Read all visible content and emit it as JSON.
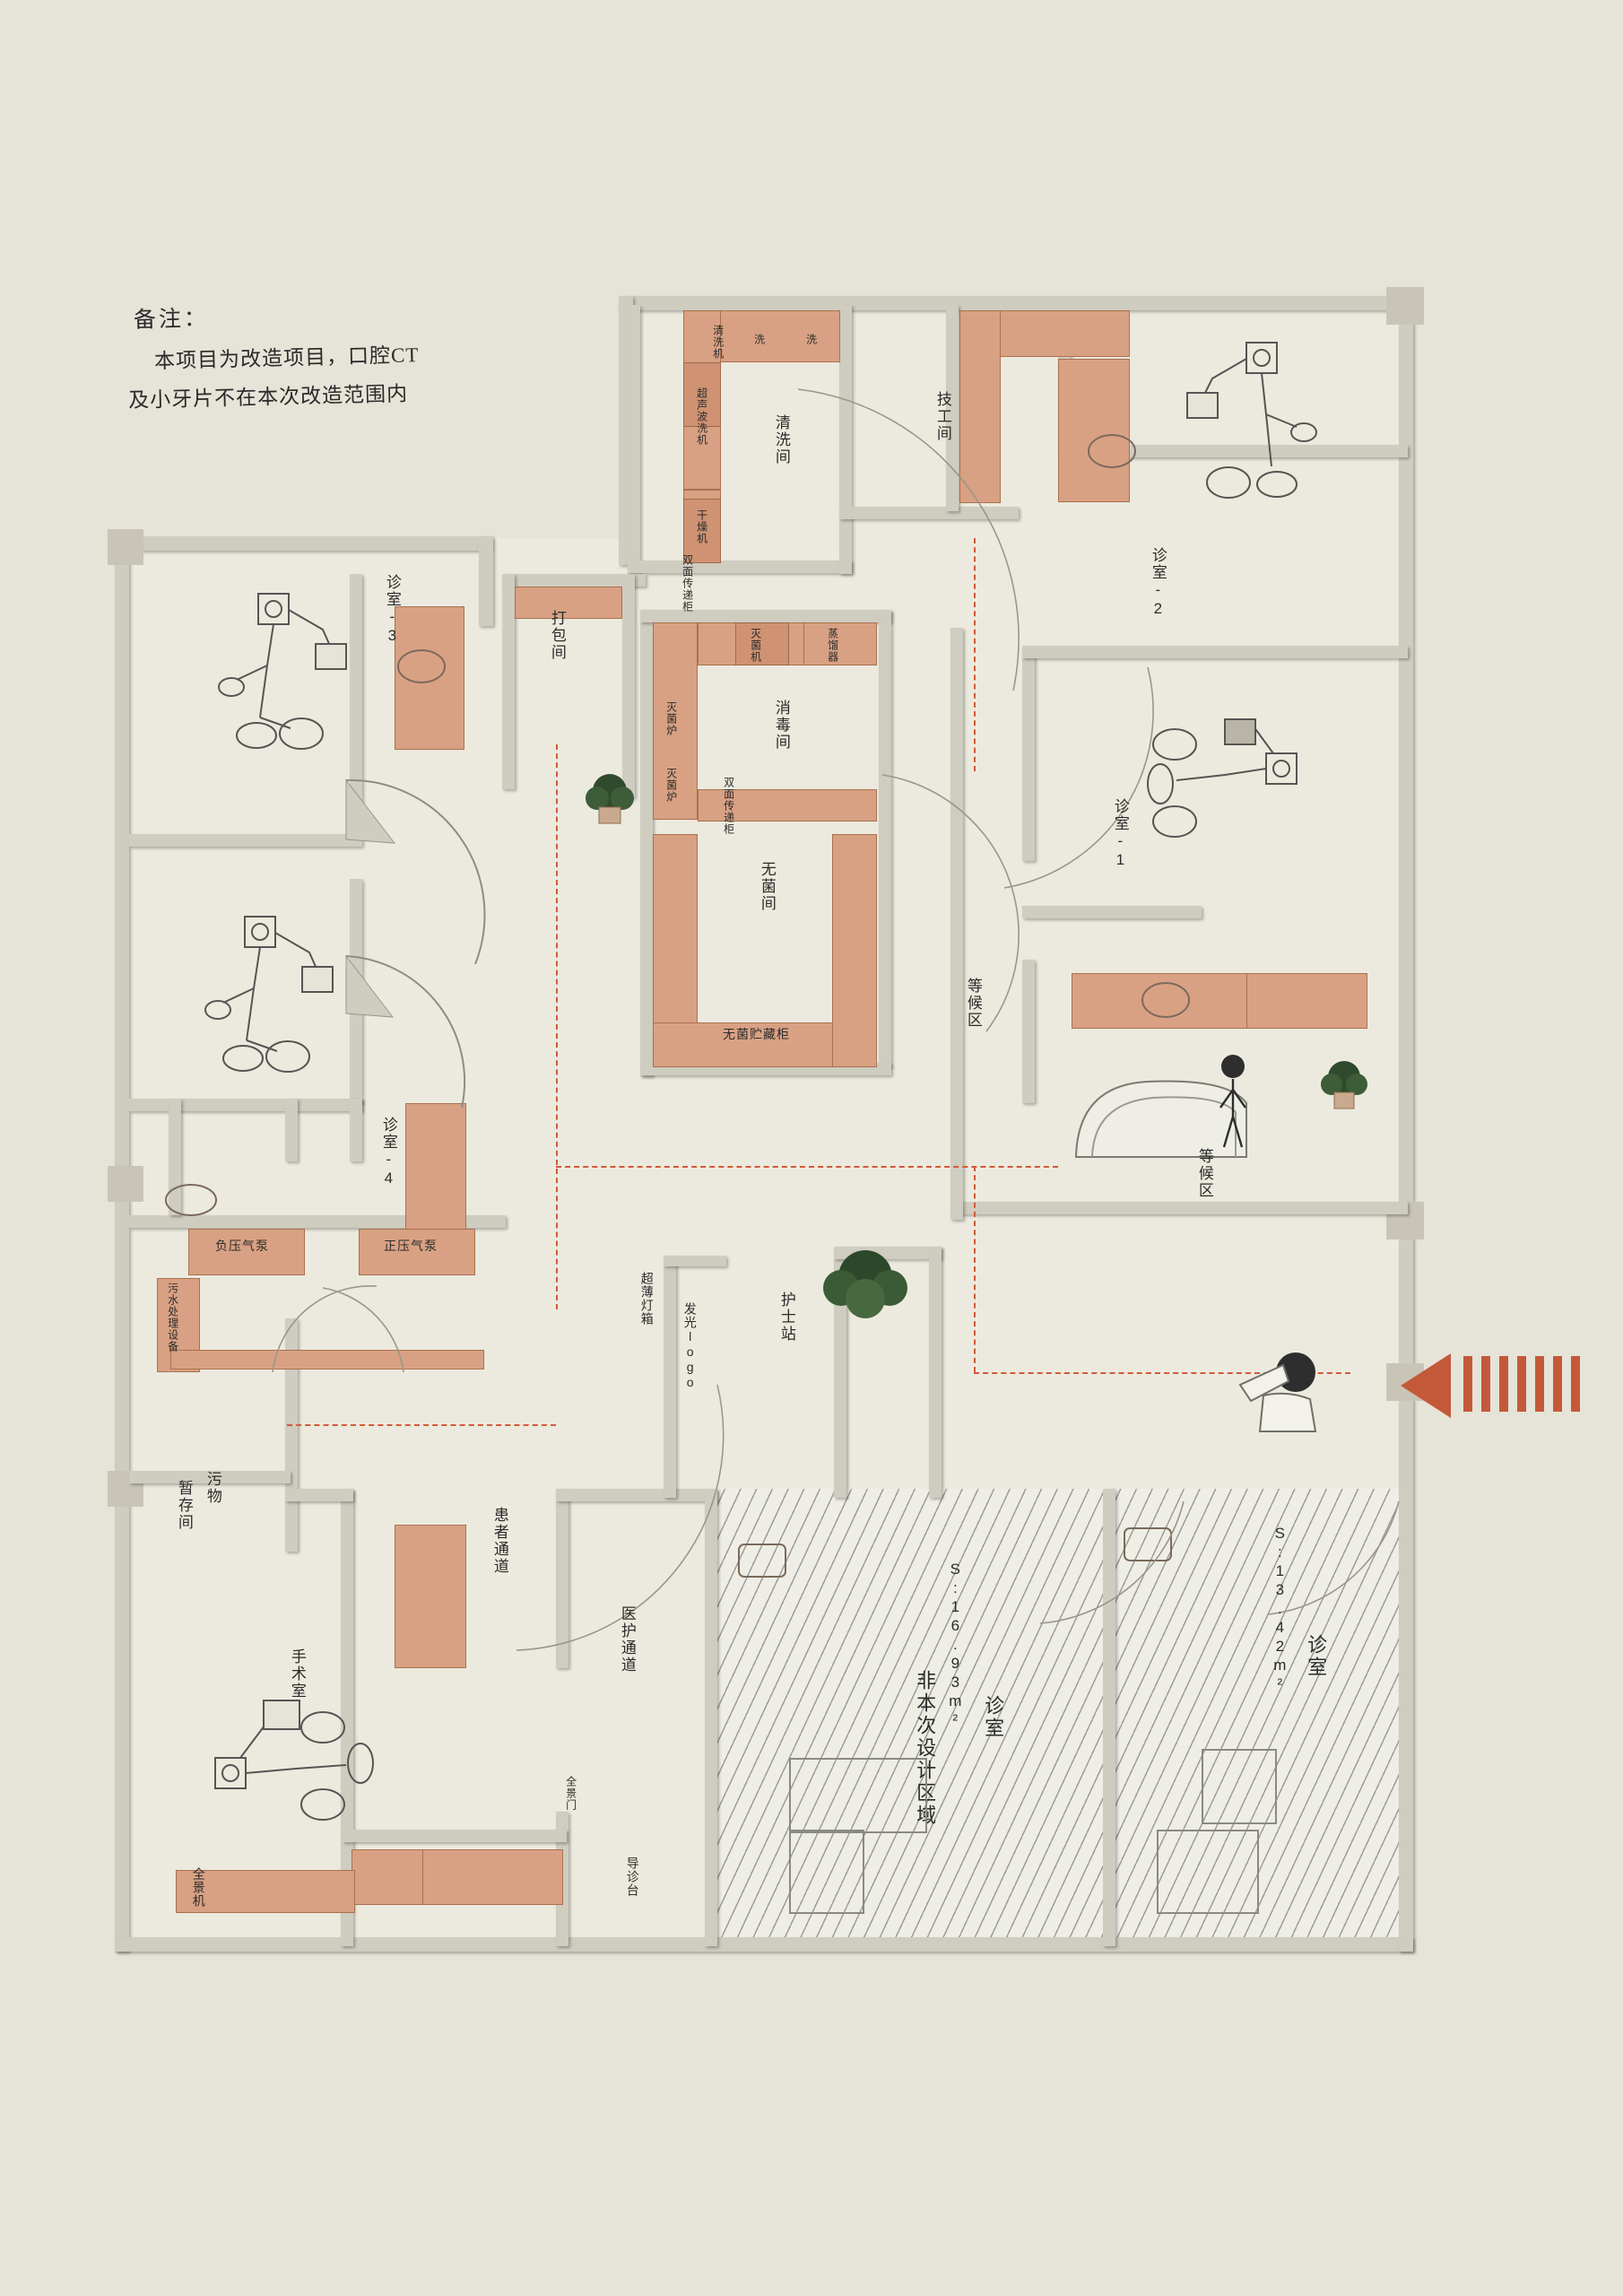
{
  "document": {
    "type": "dental-clinic-floor-plan",
    "background_color": "#e6e3d8",
    "accent_color": "#d4593a",
    "furniture_color": "#d9a183"
  },
  "note": {
    "title": "备注：",
    "line1": "本项目为改造项目，口腔CT",
    "line2": "及小牙片不在本次改造范围内"
  },
  "rooms": [
    {
      "key": "xiaodu",
      "label": "消毒间"
    },
    {
      "key": "qingxi",
      "label": "清洗间"
    },
    {
      "key": "jigong",
      "label": "技工间"
    },
    {
      "key": "wujun",
      "label": "无菌间"
    },
    {
      "key": "dabao",
      "label": "打包间"
    },
    {
      "key": "zhenshi3",
      "label": "诊室-3"
    },
    {
      "key": "zhenshi4",
      "label": "诊室-4"
    },
    {
      "key": "zhenshi2",
      "label": "诊室-2"
    },
    {
      "key": "zhenshi1",
      "label": "诊室-1"
    },
    {
      "key": "hushizhan",
      "label": "护士站"
    },
    {
      "key": "houzhen_a",
      "label": "等候区"
    },
    {
      "key": "houzhen_b",
      "label": "等候区"
    },
    {
      "key": "wuwu",
      "label": "污物"
    },
    {
      "key": "zancunjian",
      "label": "暂存间"
    },
    {
      "key": "shoushushi",
      "label": "手术室"
    },
    {
      "key": "huanzhe",
      "label": "患者通道"
    },
    {
      "key": "yihu",
      "label": "医护通道"
    }
  ],
  "equipment": [
    {
      "key": "qingxiji",
      "label": "清洗机"
    },
    {
      "key": "xi1",
      "label": "洗"
    },
    {
      "key": "xi2",
      "label": "洗"
    },
    {
      "key": "chaosheng",
      "label": "超声波洗机"
    },
    {
      "key": "ganzaoji",
      "label": "干燥机"
    },
    {
      "key": "shuangmian1",
      "label": "双面传递柜"
    },
    {
      "key": "miejunji",
      "label": "灭菌机"
    },
    {
      "key": "zhengliuqi",
      "label": "蒸馏器"
    },
    {
      "key": "miejunlu1",
      "label": "灭菌炉"
    },
    {
      "key": "miejunlu2",
      "label": "灭菌炉"
    },
    {
      "key": "shuangmian2",
      "label": "双面传递柜"
    },
    {
      "key": "wujunzhucang",
      "label": "无菌贮藏柜"
    },
    {
      "key": "fuyaqibeng",
      "label": "负压气泵"
    },
    {
      "key": "zhengyaqibeng",
      "label": "正压气泵"
    },
    {
      "key": "wushuichuli",
      "label": "污水处理设备"
    },
    {
      "key": "faguang",
      "label": "发光logo"
    },
    {
      "key": "chaobao",
      "label": "超薄灯箱"
    },
    {
      "key": "quanjing",
      "label": "全景机"
    },
    {
      "key": "quanjingmen",
      "label": "全景门"
    },
    {
      "key": "daozhentai",
      "label": "导诊台"
    }
  ],
  "design_area": {
    "tag": "非本次设计区域",
    "rooms": [
      {
        "label": "诊室",
        "area": "S:16.93m²"
      },
      {
        "label": "诊室",
        "area": "S:13.42m²"
      }
    ]
  }
}
